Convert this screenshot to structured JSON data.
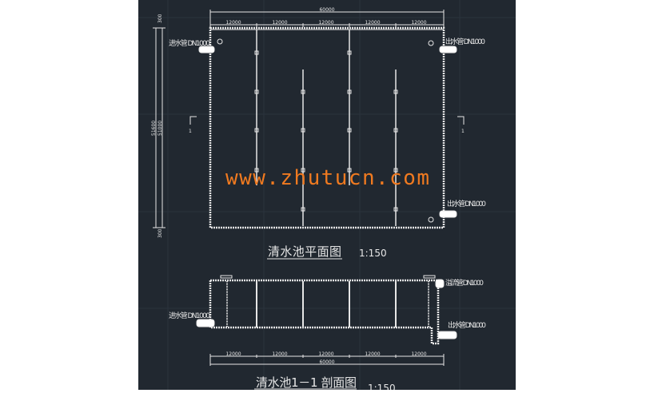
{
  "plan": {
    "title": "清水池平面图",
    "scale": "1:150",
    "total_width": "60000",
    "bay_widths": [
      "12000",
      "12000",
      "12000",
      "12000",
      "12000"
    ],
    "left_dims": [
      "300",
      "51600",
      "51000",
      "300"
    ],
    "section_mark": "1",
    "inlet_label": "进水管 DN1000",
    "outlet_label_top": "出水管 DN1000",
    "outlet_label_bottom": "出水管 DN1000"
  },
  "section": {
    "title": "清水池1－1 剖面图",
    "scale": "1:150",
    "total_width": "60000",
    "bay_widths": [
      "12000",
      "12000",
      "12000",
      "12000",
      "12000"
    ],
    "inlet_label": "进水管 DN1000",
    "overflow_label": "溢流管 DN1000",
    "outlet_label": "出水管 DN1000"
  },
  "watermark": "www.zhutucn.com",
  "colors": {
    "background": "#212830",
    "lines": "#e6e6e6",
    "watermark": "#f07a20"
  }
}
